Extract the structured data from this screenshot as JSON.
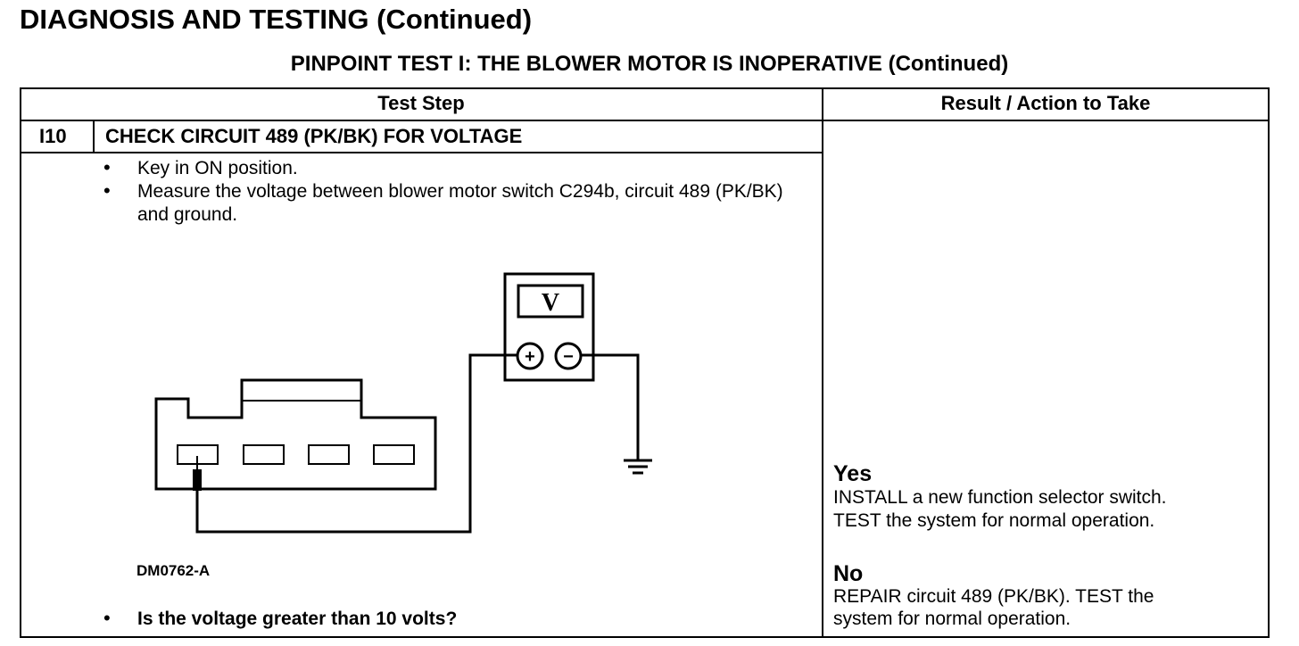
{
  "page": {
    "title": "DIAGNOSIS AND TESTING (Continued)",
    "subtitle": "PINPOINT TEST I: THE BLOWER MOTOR IS INOPERATIVE (Continued)"
  },
  "table": {
    "headers": {
      "test_step": "Test Step",
      "result": "Result / Action to Take"
    },
    "step": {
      "id": "I10",
      "title": "CHECK CIRCUIT 489 (PK/BK) FOR VOLTAGE",
      "bullet_glyph": "•",
      "bullets": [
        "Key in ON position.",
        "Measure the voltage between blower motor switch C294b, circuit 489 (PK/BK) and ground."
      ],
      "figure_id": "DM0762-A",
      "question": "Is the voltage greater than 10 volts?"
    },
    "results": {
      "yes": {
        "label": "Yes",
        "lines": [
          "INSTALL a new function selector switch.",
          "TEST the system for normal operation."
        ]
      },
      "no": {
        "label": "No",
        "lines": [
          "REPAIR circuit 489 (PK/BK). TEST the",
          "system for normal operation."
        ]
      }
    }
  },
  "meter": {
    "display": "V",
    "positive": "+",
    "negative": "−"
  }
}
